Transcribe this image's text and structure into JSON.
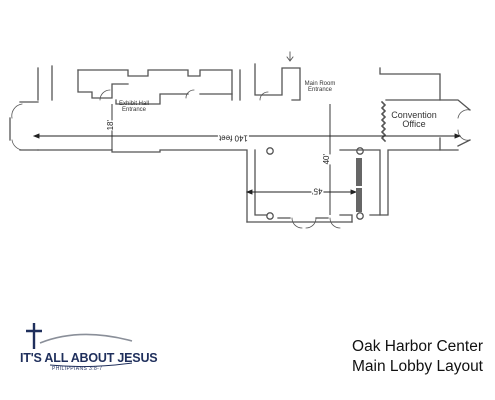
{
  "plan": {
    "labels": {
      "exhibit_hall": "Exhibit Hall\nEntrance",
      "main_room": "Main Room\nEntrance",
      "convention_office": "Convention\nOffice",
      "dim_length": "140 feet",
      "dim_18": "18'",
      "dim_40": "40'",
      "dim_45": "45'"
    }
  },
  "logo": {
    "text": "IT'S ALL ABOUT JESUS",
    "subtitle": "PHILIPPIANS 3:8-7",
    "colors": {
      "navy": "#1f2f5c",
      "gray": "#8a8f99"
    }
  },
  "title": {
    "line1": "Oak Harbor Center",
    "line2": "Main Lobby Layout"
  }
}
